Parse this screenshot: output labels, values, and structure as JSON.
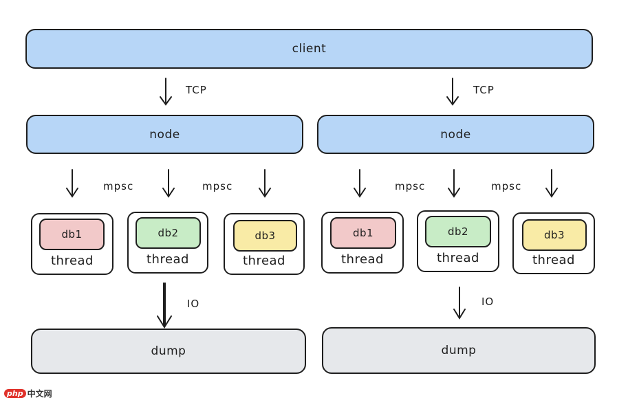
{
  "client": {
    "label": "client"
  },
  "left": {
    "node_label": "node",
    "tcp_label": "TCP",
    "mpsc_labels": [
      "mpsc",
      "mpsc"
    ],
    "threads": [
      {
        "db": "db1",
        "label": "thread",
        "color": "#f2c9c9"
      },
      {
        "db": "db2",
        "label": "thread",
        "color": "#c8ecc6"
      },
      {
        "db": "db3",
        "label": "thread",
        "color": "#f9eba6"
      }
    ],
    "io_label": "IO",
    "dump_label": "dump"
  },
  "right": {
    "node_label": "node",
    "tcp_label": "TCP",
    "mpsc_labels": [
      "mpsc",
      "mpsc"
    ],
    "threads": [
      {
        "db": "db1",
        "label": "thread",
        "color": "#f2c9c9"
      },
      {
        "db": "db2",
        "label": "thread",
        "color": "#c8ecc6"
      },
      {
        "db": "db3",
        "label": "thread",
        "color": "#f9eba6"
      }
    ],
    "io_label": "IO",
    "dump_label": "dump"
  },
  "watermark": "中文网"
}
